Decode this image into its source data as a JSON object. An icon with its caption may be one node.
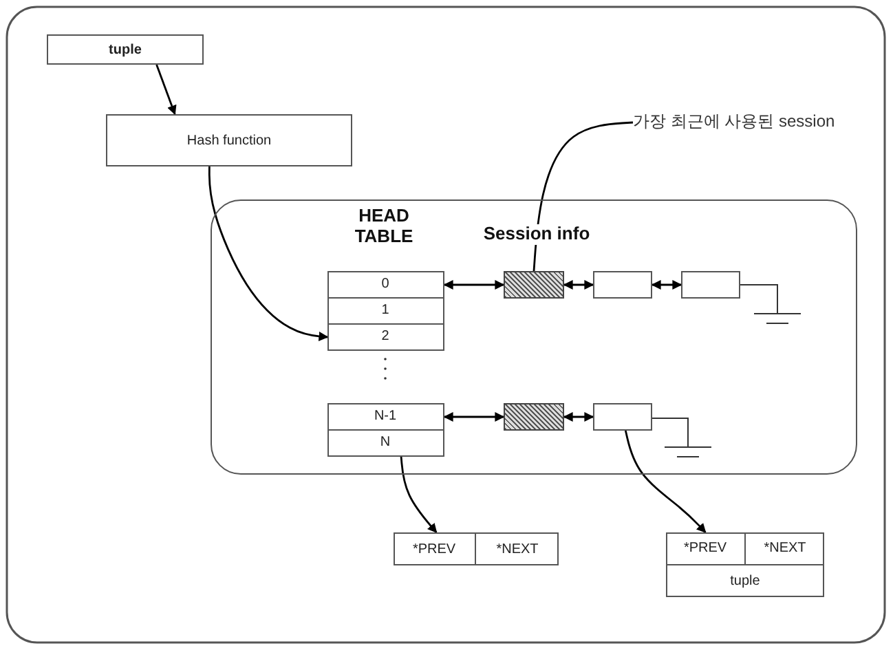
{
  "diagram": {
    "nodes": [
      {
        "text": [
          "tuple"
        ]
      },
      {
        "text": [
          "Hash function"
        ]
      },
      {
        "text": [],
        "shape": "box"
      },
      {
        "text": [
          "0"
        ],
        "in": 2
      },
      {
        "text": [
          "1"
        ],
        "in": 2
      },
      {
        "text": [
          "2"
        ],
        "in": 2
      },
      {
        "text": [
          "N-1"
        ],
        "in": 2
      },
      {
        "text": [
          "N"
        ],
        "in": 2
      },
      {
        "text": [],
        "shape": "box",
        "in": 2
      },
      {
        "text": [],
        "shape": "box",
        "in": 2
      },
      {
        "text": [],
        "shape": "box",
        "in": 2
      },
      {
        "text": [],
        "shape": "box",
        "in": 2
      },
      {
        "text": [],
        "shape": "box",
        "in": 2
      },
      {
        "text": [
          "가장 최근에 사용된 session"
        ]
      },
      {
        "text": [],
        "shape": "box"
      },
      {
        "text": [
          "*PREV"
        ],
        "in": 14
      },
      {
        "text": [
          "*NEXT"
        ],
        "in": 14
      },
      {
        "text": [],
        "shape": "box"
      },
      {
        "text": [
          "*PREV"
        ],
        "in": 17
      },
      {
        "text": [
          "*NEXT"
        ],
        "in": 17
      },
      {
        "text": [
          "tuple"
        ],
        "in": 17
      }
    ],
    "edges": [
      {
        "from": 0,
        "to": 1,
        "arrow": "to"
      },
      {
        "from": 1,
        "to": 5,
        "arrow": "to"
      },
      {
        "from": 3,
        "to": 8,
        "arrow": "both"
      },
      {
        "from": 8,
        "to": 9,
        "arrow": "both"
      },
      {
        "from": 9,
        "to": 10,
        "arrow": "both"
      },
      {
        "from": 6,
        "to": 11,
        "arrow": "both"
      },
      {
        "from": 11,
        "to": 12,
        "arrow": "both"
      },
      {
        "from": 13,
        "to": 8,
        "arrow": "none"
      },
      {
        "from": 7,
        "to": 14,
        "arrow": "to"
      },
      {
        "from": 12,
        "to": 17,
        "arrow": "to"
      }
    ],
    "labels": [
      "HEAD TABLE",
      "Session info"
    ]
  }
}
